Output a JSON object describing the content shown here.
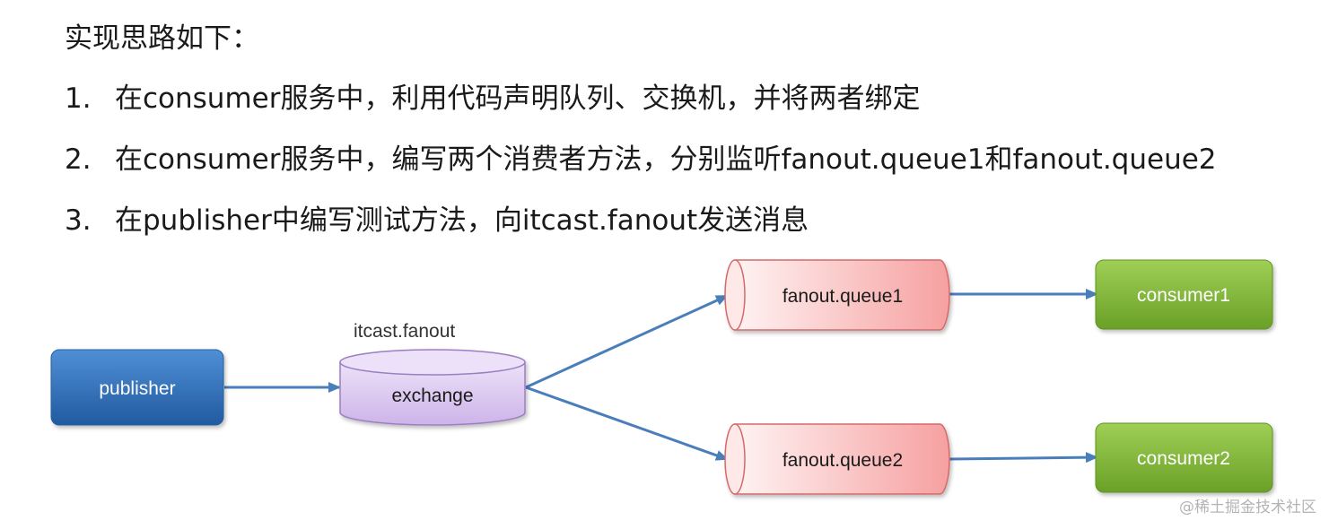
{
  "heading": "实现思路如下：",
  "steps": [
    {
      "num": "1.",
      "text": "在consumer服务中，利用代码声明队列、交换机，并将两者绑定"
    },
    {
      "num": "2.",
      "text": "在consumer服务中，编写两个消费者方法，分别监听fanout.queue1和fanout.queue2"
    },
    {
      "num": "3.",
      "text": "在publisher中编写测试方法，向itcast.fanout发送消息"
    }
  ],
  "diagram": {
    "publisher": "publisher",
    "exchange_name": "itcast.fanout",
    "exchange": "exchange",
    "queue1": "fanout.queue1",
    "queue2": "fanout.queue2",
    "consumer1": "consumer1",
    "consumer2": "consumer2",
    "colors": {
      "publisher": "#2e6db4",
      "exchange": "#d9c6ee",
      "queue": "#f6a5a5",
      "consumer": "#7bb234",
      "arrow": "#4a7ebb"
    }
  },
  "watermark": "@稀土掘金技术社区"
}
